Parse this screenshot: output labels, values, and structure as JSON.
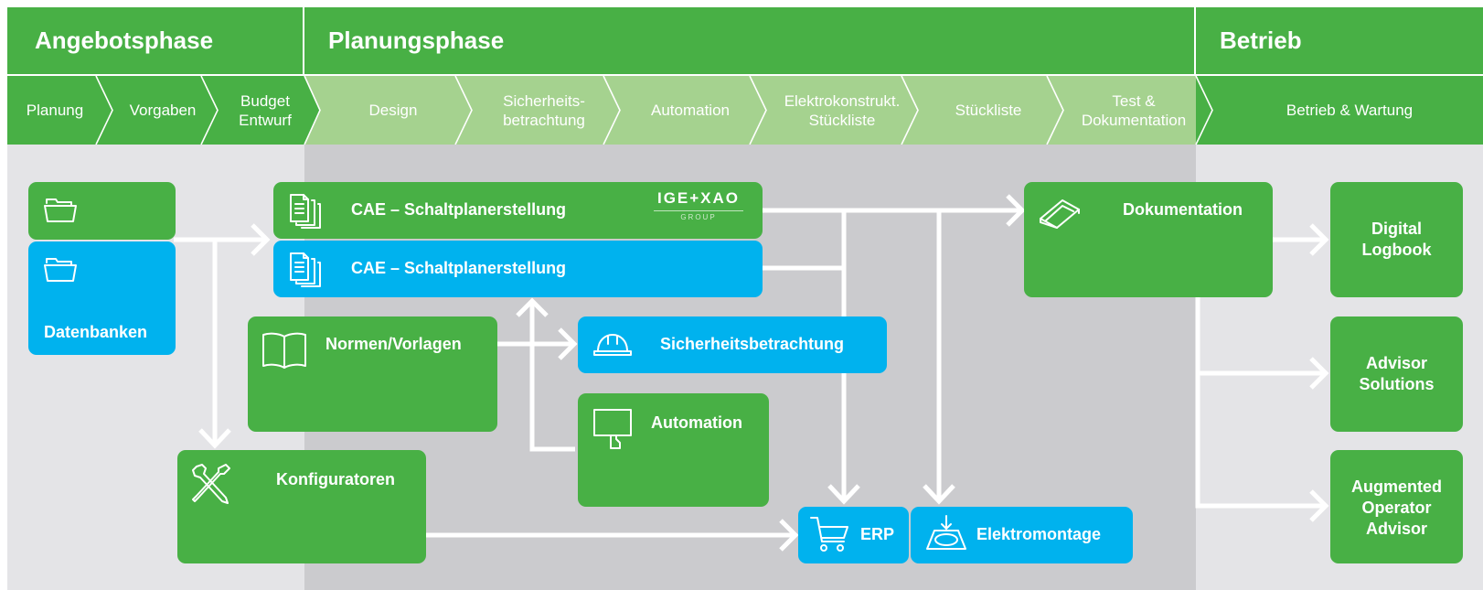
{
  "phases": {
    "offer": "Angebotsphase",
    "planning": "Planungsphase",
    "operation": "Betrieb"
  },
  "steps": {
    "planung": "Planung",
    "vorgaben": "Vorgaben",
    "budget_1": "Budget",
    "budget_2": "Entwurf",
    "design": "Design",
    "sicherheit_1": "Sicherheits-",
    "sicherheit_2": "betrachtung",
    "automation": "Automation",
    "elektro_1": "Elektrokonstrukt.",
    "elektro_2": "Stückliste",
    "stueckliste": "Stückliste",
    "test_1": "Test &",
    "test_2": "Dokumentation",
    "betrieb_wartung": "Betrieb & Wartung"
  },
  "boxes": {
    "datenbanken": "Datenbanken",
    "cae_green": "CAE – Schaltplanerstellung",
    "cae_blue": "CAE – Schaltplanerstellung",
    "normen": "Normen/Vorlagen",
    "sicherheitsbetrachtung": "Sicherheitsbetrachtung",
    "automation": "Automation",
    "konfiguratoren": "Konfiguratoren",
    "erp": "ERP",
    "elektromontage": "Elektromontage",
    "dokumentation": "Dokumentation",
    "digital_logbook_1": "Digital",
    "digital_logbook_2": "Logbook",
    "advisor_1": "Advisor",
    "advisor_2": "Solutions",
    "augmented_1": "Augmented",
    "augmented_2": "Operator",
    "augmented_3": "Advisor"
  },
  "logo": {
    "name": "IGE+XAO",
    "sub": "GROUP"
  },
  "colors": {
    "green": "#48b045",
    "light_green": "#a5d28f",
    "blue": "#00b2ee",
    "light_gray": "#e4e4e7",
    "mid_gray": "#cbcbce",
    "white": "#ffffff"
  },
  "icons": {
    "folder": "folder-icon",
    "documents": "documents-icon",
    "book": "open-book-icon",
    "helmet": "safety-helmet-icon",
    "monitor": "monitor-icon",
    "tools": "tools-icon",
    "cart": "shopping-cart-icon",
    "assembly": "assembly-icon",
    "manual": "closed-book-icon"
  }
}
